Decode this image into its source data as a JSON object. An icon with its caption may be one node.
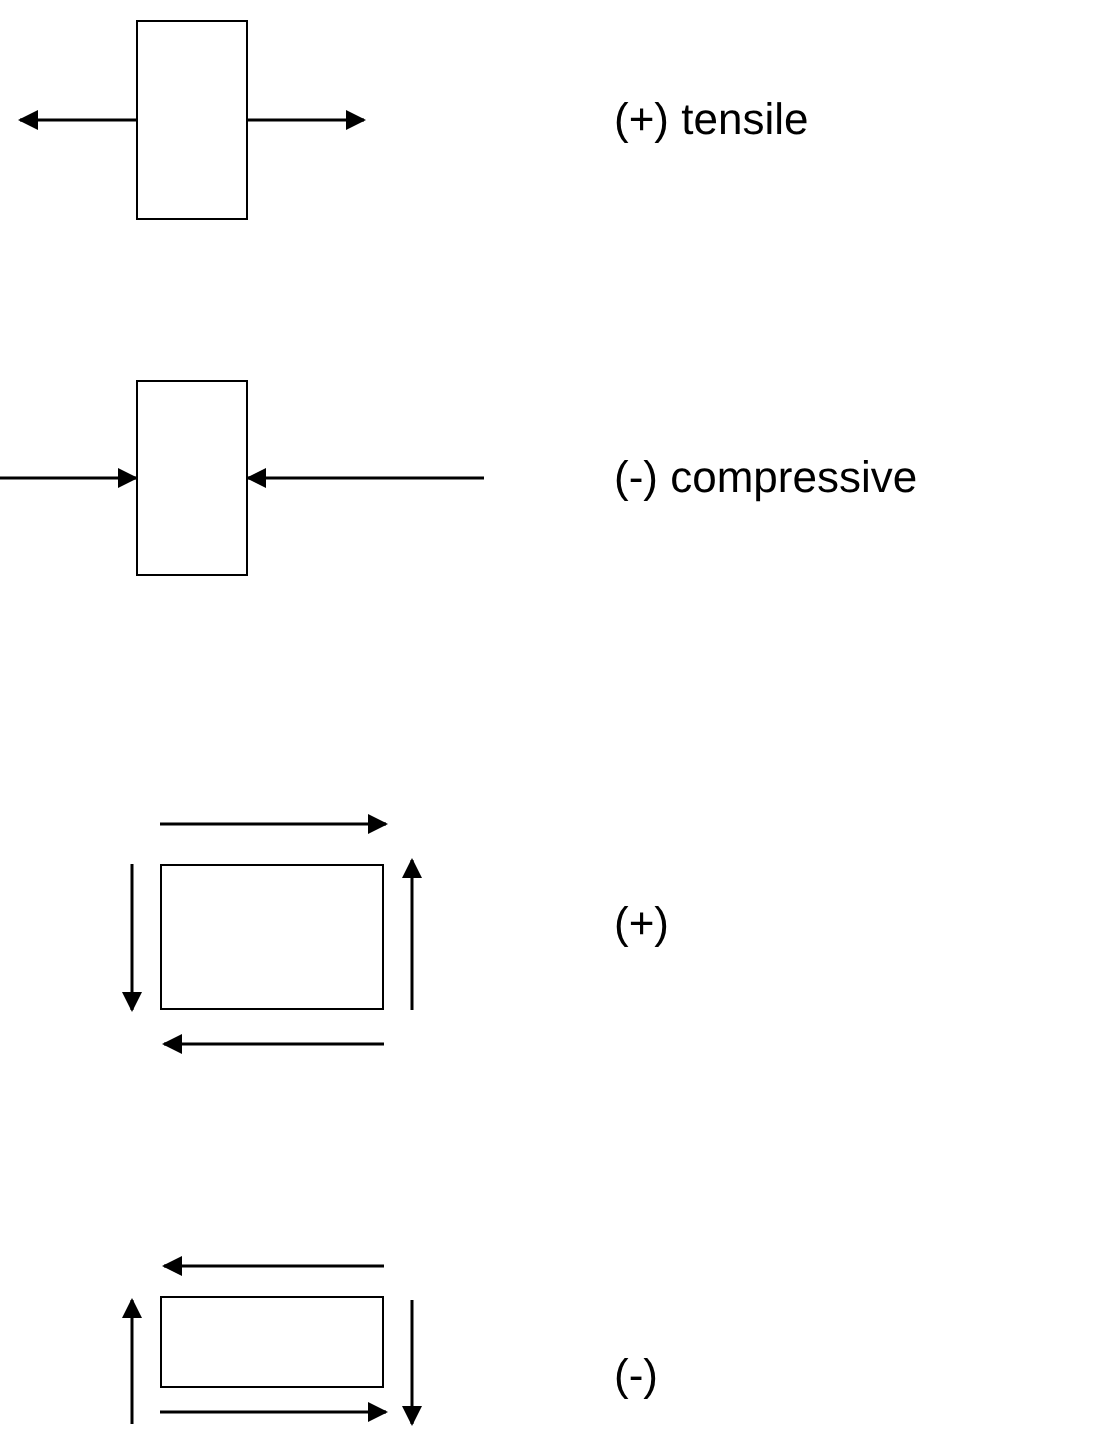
{
  "diagram": {
    "nodes": [
      {
        "text": [],
        "shape": "box"
      },
      {
        "text": [],
        "shape": "box"
      },
      {
        "text": [],
        "shape": "box"
      },
      {
        "text": [],
        "shape": "box"
      }
    ],
    "edges": [
      {
        "from": 0,
        "to": null,
        "arrow": "to"
      },
      {
        "from": 0,
        "to": null,
        "arrow": "to"
      },
      {
        "from": null,
        "to": 1,
        "arrow": "to"
      },
      {
        "from": null,
        "to": 1,
        "arrow": "to"
      }
    ],
    "labels": [
      "(+) tensile",
      "(-) compressive",
      "(+)",
      "(-)"
    ]
  }
}
